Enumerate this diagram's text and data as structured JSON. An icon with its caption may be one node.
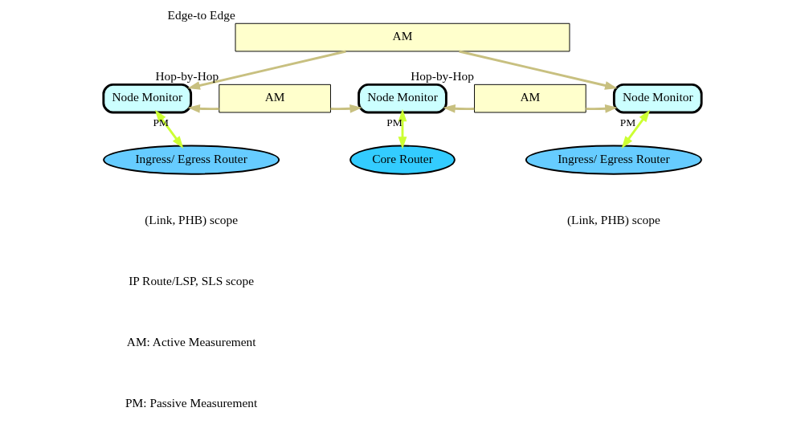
{
  "diagram": {
    "nodes": [
      {
        "text": [
          "AM"
        ],
        "beside": [
          "Edge-to Edge"
        ]
      },
      {
        "text": [
          "Node Monitor"
        ]
      },
      {
        "text": [
          "Node Monitor"
        ]
      },
      {
        "text": [
          "Node Monitor"
        ]
      },
      {
        "text": [
          "AM"
        ],
        "beside": [
          "Hop-by-Hop"
        ]
      },
      {
        "text": [
          "AM"
        ],
        "beside": [
          "Hop-by-Hop"
        ]
      },
      {
        "text": [
          "Ingress/ Egress Router"
        ]
      },
      {
        "text": [
          "Core Router"
        ]
      },
      {
        "text": [
          "Ingress/ Egress Router"
        ]
      }
    ],
    "edges": [
      {
        "from": 0,
        "to": 1,
        "arrow": "to"
      },
      {
        "from": 0,
        "to": 3,
        "arrow": "to"
      },
      {
        "from": 4,
        "to": 1,
        "arrow": "to"
      },
      {
        "from": 4,
        "to": 2,
        "arrow": "to"
      },
      {
        "from": 5,
        "to": 2,
        "arrow": "to"
      },
      {
        "from": 5,
        "to": 3,
        "arrow": "to"
      },
      {
        "from": 1,
        "to": 6,
        "arrow": "both",
        "label": "PM",
        "color": "#ccff33"
      },
      {
        "from": 2,
        "to": 7,
        "arrow": "both",
        "label": "PM",
        "color": "#ccff33"
      },
      {
        "from": 3,
        "to": 8,
        "arrow": "both",
        "label": "PM",
        "color": "#ccff33"
      }
    ],
    "labels": [
      "(Link, PHB) scope",
      "(Link, PHB) scope",
      "IP Route/LSP, SLS scope",
      "AM: Active Measurement",
      "PM: Passive Measurement"
    ]
  }
}
